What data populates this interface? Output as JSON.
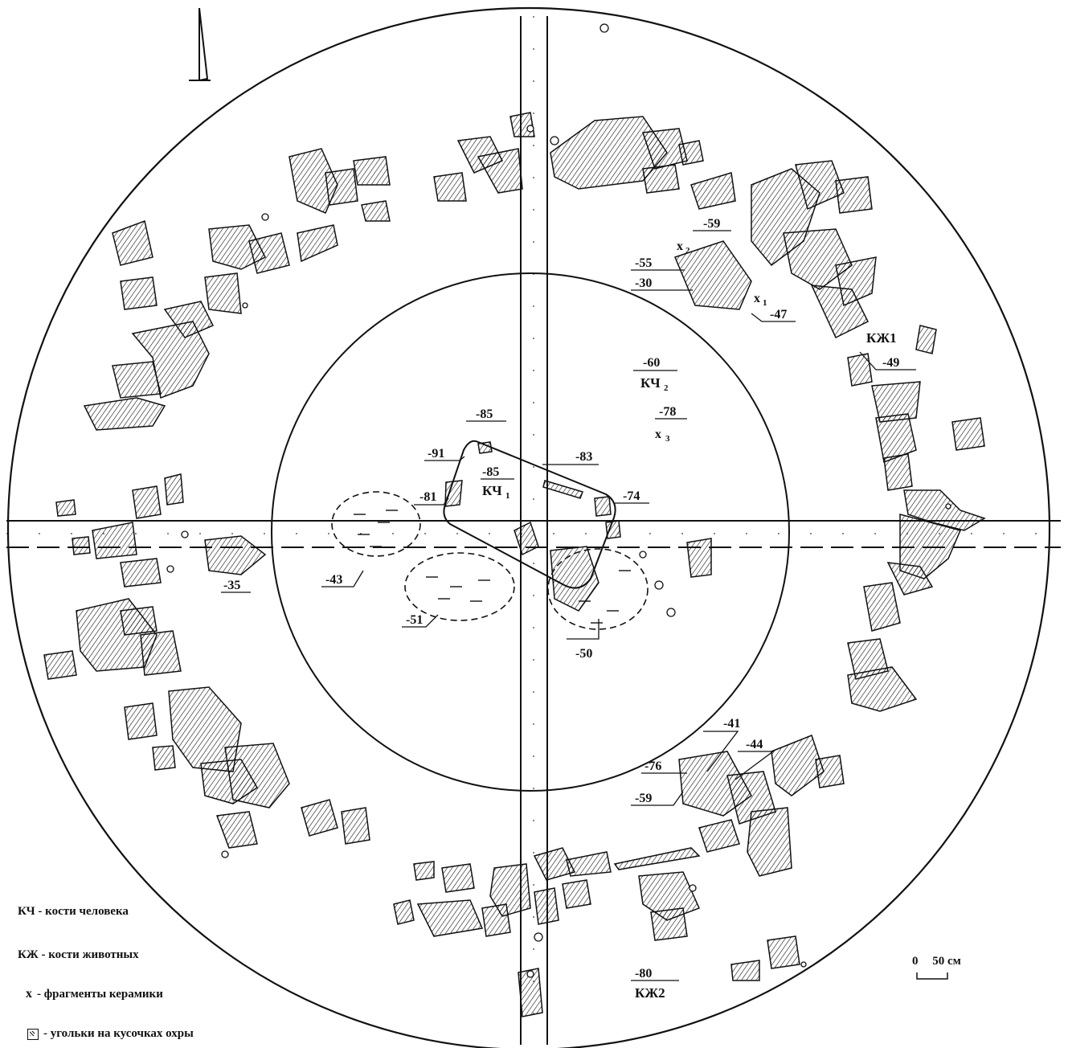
{
  "legend": {
    "kch": "КЧ - кости человека",
    "kzh": "КЖ - кости животных",
    "ceramics": "- фрагменты керамики",
    "ceramics_symbol": "х",
    "ochre": "- угольки на кусочках охры",
    "ochre_symbol_icon": "hatched-square-icon"
  },
  "scale": {
    "zero": "0",
    "value": "50 см"
  },
  "north_arrow_icon": "north-arrow-icon",
  "depth_labels": {
    "d59_top": "-59",
    "x2": "х",
    "x2_sub": "2",
    "d55": "-55",
    "d30": "-30",
    "x1": "х",
    "x1_sub": "1",
    "d47": "-47",
    "kzh1": "КЖ1",
    "d49": "-49",
    "d60": "-60",
    "kch2": "КЧ",
    "kch2_sub": "2",
    "d78": "-78",
    "x3": "х",
    "x3_sub": "3",
    "d85_top": "-85",
    "d91": "-91",
    "d85_mid": "-85",
    "kch1": "КЧ",
    "kch1_sub": "1",
    "d83": "-83",
    "d81": "-81",
    "d74": "-74",
    "d43": "-43",
    "d51": "-51",
    "d50": "-50",
    "d35": "-35",
    "d41": "-41",
    "d44": "-44",
    "d76": "-76",
    "d59_bottom": "-59",
    "d80": "-80",
    "kzh2": "КЖ2"
  },
  "colors": {
    "ink": "#111111",
    "paper": "#ffffff"
  }
}
